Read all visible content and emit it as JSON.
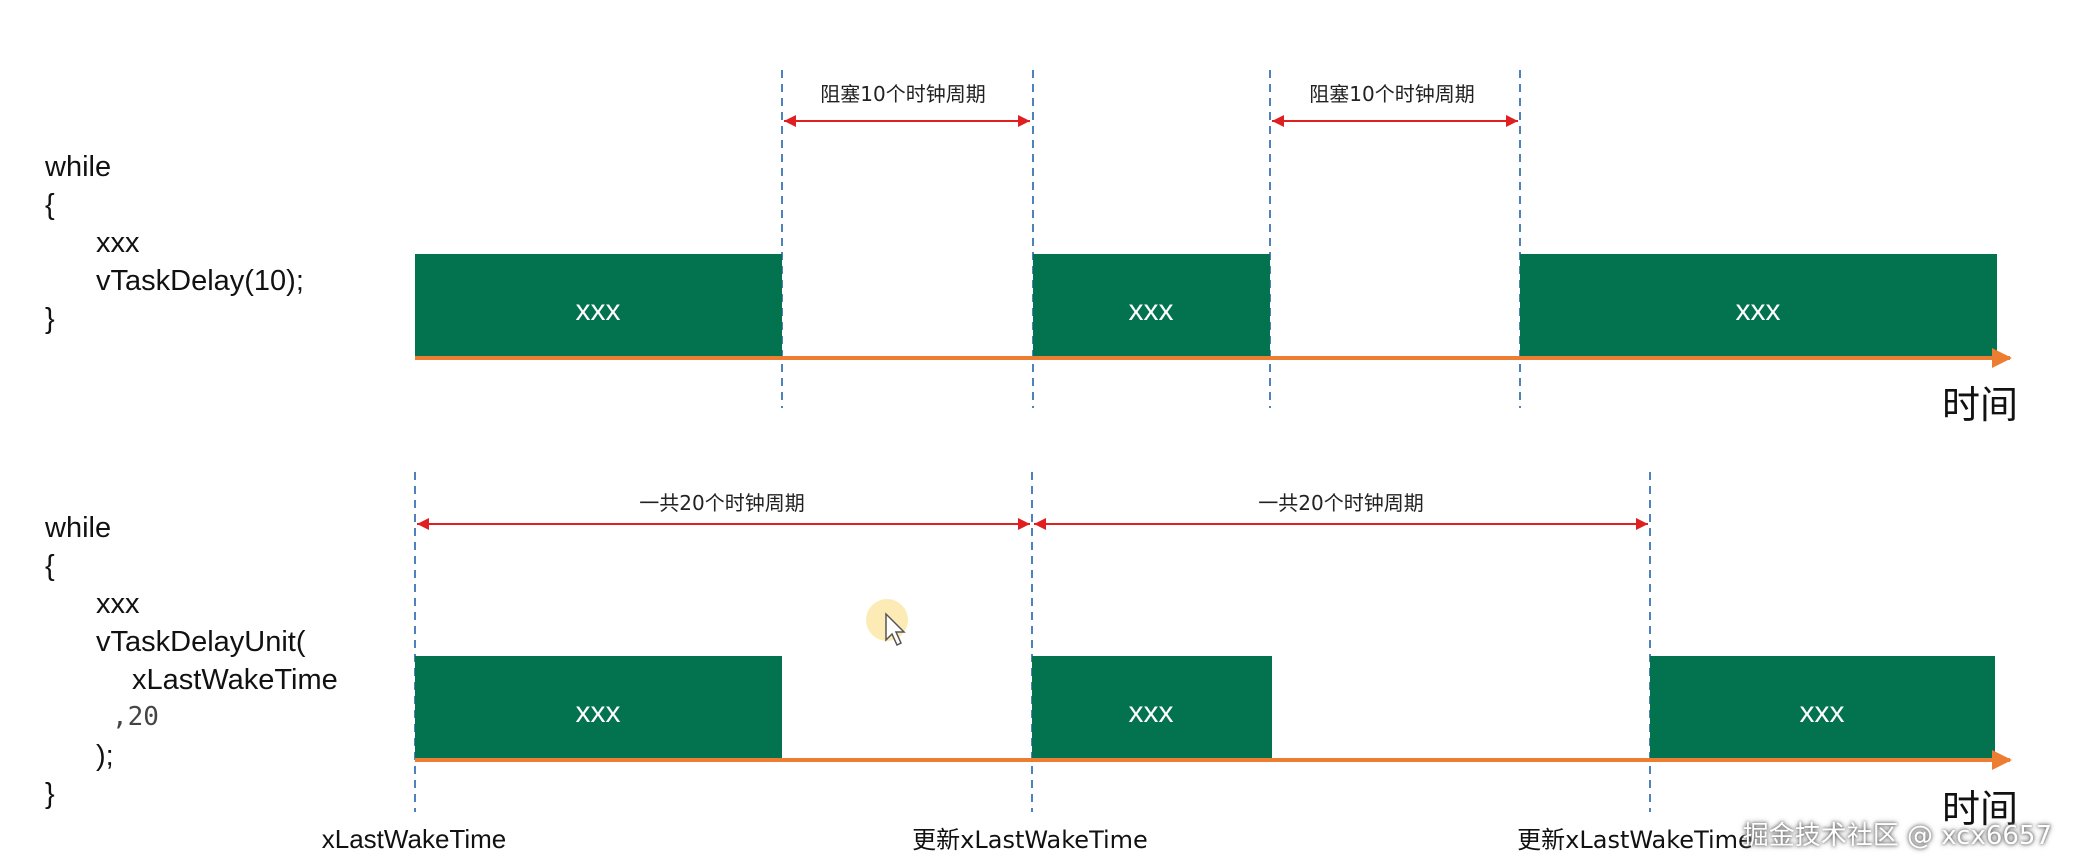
{
  "code_top": [
    "while",
    "{",
    "xxx",
    "vTaskDelay(10);",
    "}"
  ],
  "code_bottom": [
    "while",
    "{",
    "xxx",
    "vTaskDelayUnit(",
    "xLastWakeTime",
    ",20",
    ");",
    "}"
  ],
  "block_label": "xxx",
  "top_intervals": [
    "阻塞10个时钟周期",
    "阻塞10个时钟周期"
  ],
  "bottom_intervals": [
    "一共20个时钟周期",
    "一共20个时钟周期"
  ],
  "time_axis_label": "时间",
  "bottom_markers": [
    "xLastWakeTime",
    "更新xLastWakeTime",
    "更新xLastWakeTime"
  ],
  "watermark": "掘金技术社区 @ xcx6657",
  "colors": {
    "block": "#03734F",
    "axis": "#ED7D31",
    "interval_arrow": "#E02020",
    "marker_line": "#4F81BD"
  }
}
